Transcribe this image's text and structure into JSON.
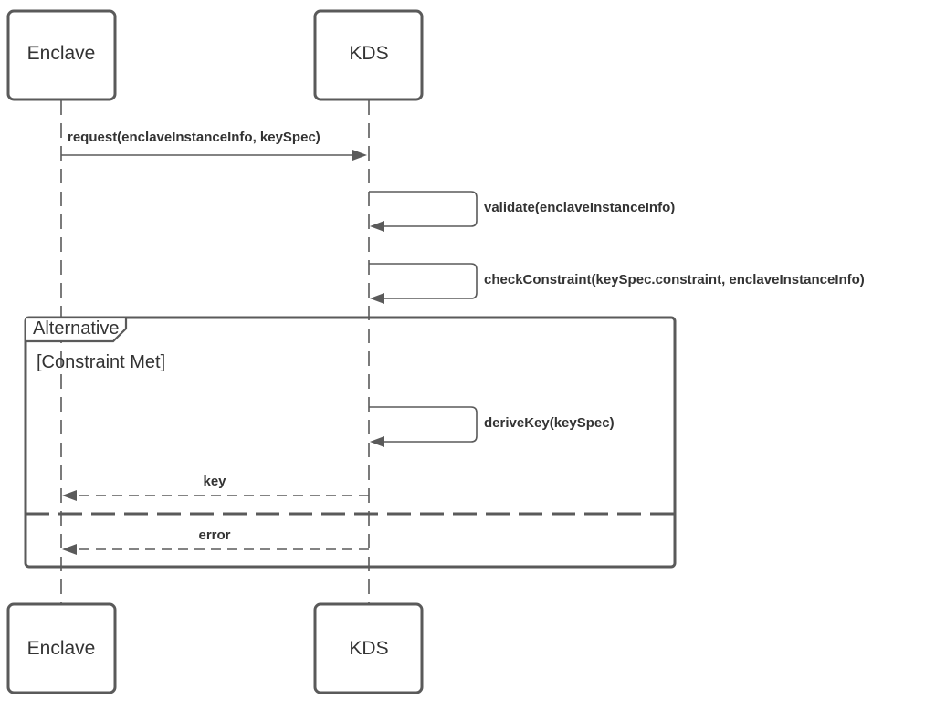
{
  "participants": {
    "enclave": "Enclave",
    "kds": "KDS"
  },
  "messages": {
    "request": "request(enclaveInstanceInfo, keySpec)",
    "validate": "validate(enclaveInstanceInfo)",
    "check_constraint": "checkConstraint(keySpec.constraint, enclaveInstanceInfo)",
    "derive_key": "deriveKey(keySpec)",
    "key": "key",
    "error": "error"
  },
  "fragment": {
    "operator": "Alternative",
    "guard": "[Constraint Met]"
  },
  "colors": {
    "line": "#5a5a5a",
    "text": "#333333",
    "background": "#ffffff"
  }
}
